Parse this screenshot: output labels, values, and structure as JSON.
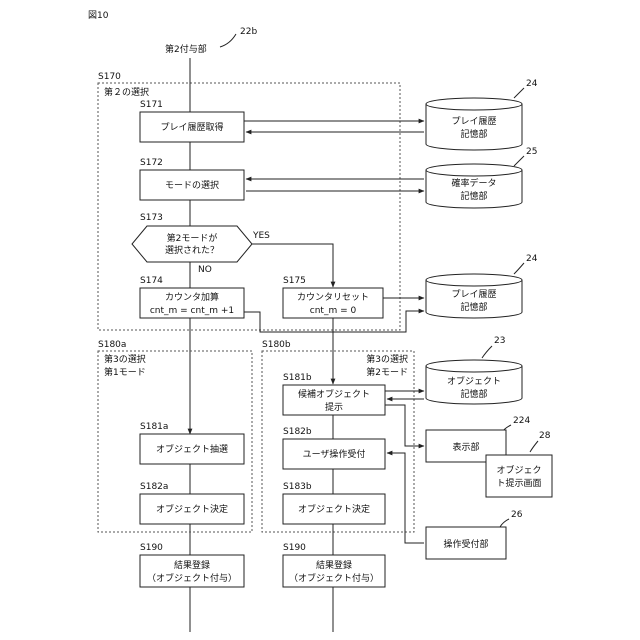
{
  "figure_label": "図10",
  "ref_22b": "22b",
  "top_label": "第2付与部",
  "s170": {
    "id": "S170",
    "title": "第２の選択"
  },
  "s171": {
    "id": "S171",
    "label": "プレイ履歴取得"
  },
  "s172": {
    "id": "S172",
    "label": "モードの選択"
  },
  "s173": {
    "id": "S173",
    "line1": "第2モードが",
    "line2": "選択された？",
    "yes": "YES",
    "no": "NO"
  },
  "s174": {
    "id": "S174",
    "line1": "カウンタ加算",
    "line2": "cnt_m = cnt_m +1"
  },
  "s175": {
    "id": "S175",
    "line1": "カウンタリセット",
    "line2": "cnt_m = 0"
  },
  "s180a": {
    "id": "S180a",
    "line1": "第3の選択",
    "line2": "第1モード"
  },
  "s180b": {
    "id": "S180b",
    "line1": "第3の選択",
    "line2": "第2モード"
  },
  "s181a": {
    "id": "S181a",
    "label": "オブジェクト抽選"
  },
  "s182a": {
    "id": "S182a",
    "label": "オブジェクト決定"
  },
  "s181b": {
    "id": "S181b",
    "line1": "候補オブジェクト",
    "line2": "提示"
  },
  "s182b": {
    "id": "S182b",
    "label": "ユーザ操作受付"
  },
  "s183b": {
    "id": "S183b",
    "label": "オブジェクト決定"
  },
  "s190_left": {
    "id": "S190",
    "line1": "結果登録",
    "line2": "（オブジェクト付与）"
  },
  "s190_right": {
    "id": "S190",
    "line1": "結果登録",
    "line2": "（オブジェクト付与）"
  },
  "db_play_history_1": {
    "ref": "24",
    "line1": "プレイ履歴",
    "line2": "記憶部"
  },
  "db_probability": {
    "ref": "25",
    "line1": "確率データ",
    "line2": "記憶部"
  },
  "db_play_history_2": {
    "ref": "24",
    "line1": "プレイ履歴",
    "line2": "記憶部"
  },
  "db_object": {
    "ref": "23",
    "line1": "オブジェクト",
    "line2": "記憶部"
  },
  "display_unit": {
    "ref": "224",
    "label": "表示部"
  },
  "object_screen": {
    "ref": "28",
    "line1": "オブジェク",
    "line2": "ト提示画面"
  },
  "operation_unit": {
    "ref": "26",
    "label": "操作受付部"
  }
}
